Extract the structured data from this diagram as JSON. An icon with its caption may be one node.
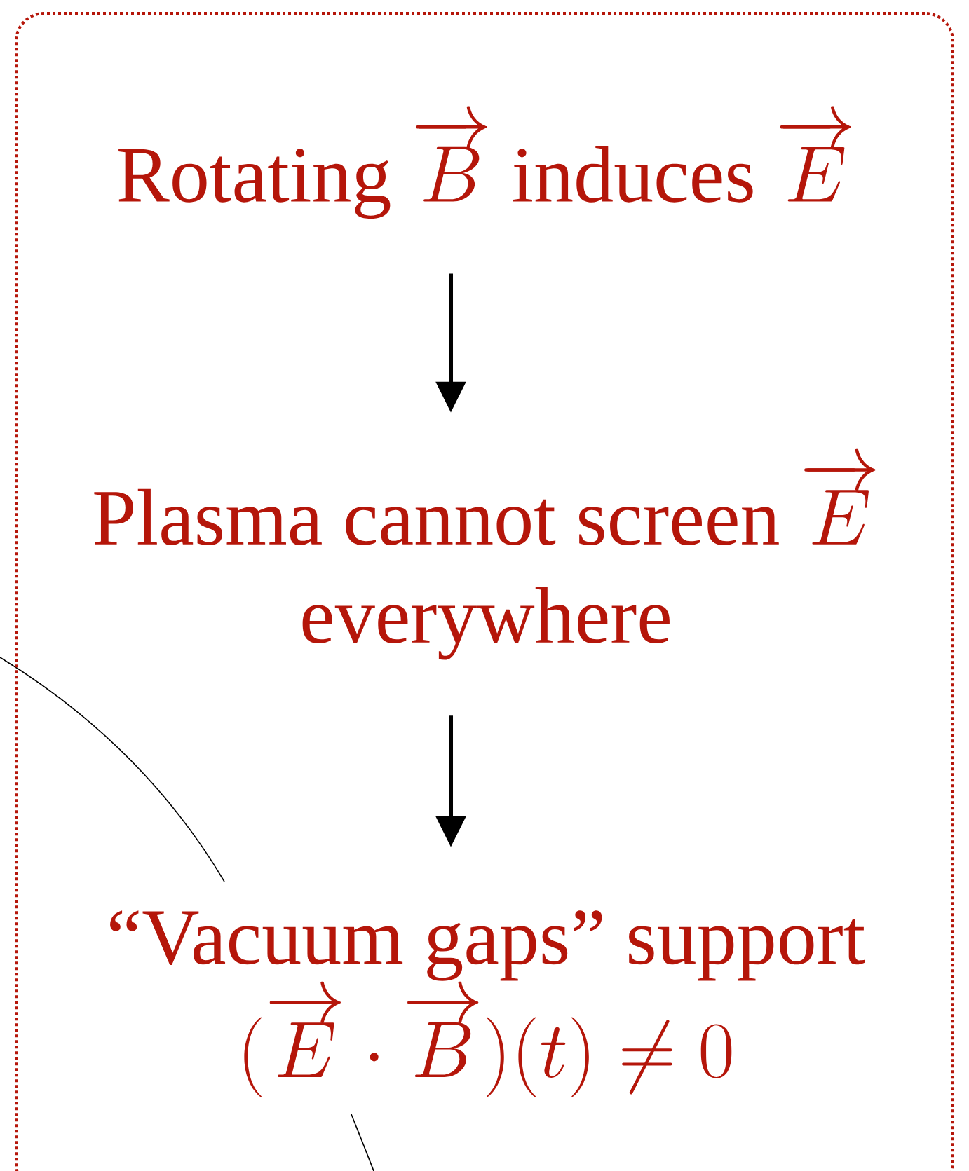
{
  "diagram": {
    "nodes": [
      {
        "text": [],
        "shape": "box"
      },
      {
        "text": [
          "\\text{Rotating } \\overrightarrow{B} \\text{ induces } \\overrightarrow{E}"
        ],
        "in": 0
      },
      {
        "text": [
          "\\begin{array}{c}\\text{Plasma cannot screen } \\overrightarrow{E}\\\\ \\text{everywhere}\\end{array}"
        ],
        "in": 0
      },
      {
        "text": [
          "\\begin{array}{c}\\text{“Vacuum gaps” support}\\\\ (\\overrightarrow{E}\\cdot\\overrightarrow{B})(t)\\neq 0\\end{array}"
        ],
        "in": 0
      }
    ],
    "edges": [
      {
        "from": 1,
        "to": 2,
        "arrow": "to"
      },
      {
        "from": 2,
        "to": 3,
        "arrow": "to"
      }
    ]
  }
}
